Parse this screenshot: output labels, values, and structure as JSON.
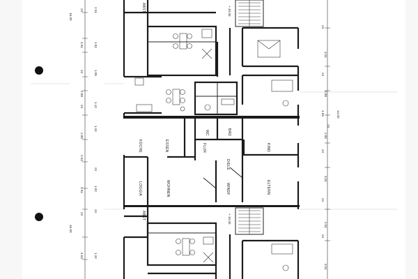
{
  "colors": {
    "paper": "#ffffff",
    "margin": "#f7f7f7",
    "ink": "#1a1a1a",
    "hole": "#111111"
  },
  "rooms": {
    "abst_top": "ABST",
    "abst_bottom": "ABST",
    "kueche": "KÜCHE",
    "essen": "ESSEN",
    "wohnen": "WOHNEN",
    "loggia": "LOGGIA",
    "flur": "FLUR",
    "wc": "WC",
    "bad": "BAD",
    "diele": "DIELE",
    "windf": "WINDF",
    "kind": "KIND",
    "eltern": "ELTERN"
  },
  "stair_levels": {
    "top": "+ 40.00",
    "bottom": "+ 10.00"
  },
  "dimensions": {
    "left": [
      "16.99",
      "4.51",
      "1.82",
      "2.88",
      "1.12",
      "2.85",
      "2.64",
      "4.51",
      "1.82",
      "16.99",
      "4.63",
      "1.32"
    ],
    "left_small": [
      "24",
      "2.51",
      "1.85",
      "24",
      "1.32",
      "24",
      "24",
      "24",
      "24"
    ],
    "right": [
      "24",
      "3.51",
      "24",
      "2.88",
      "1.55",
      "24",
      "2.85",
      "24",
      "3.51",
      "24",
      "2.51",
      "24",
      "3.51"
    ],
    "right_long": "14.00"
  }
}
